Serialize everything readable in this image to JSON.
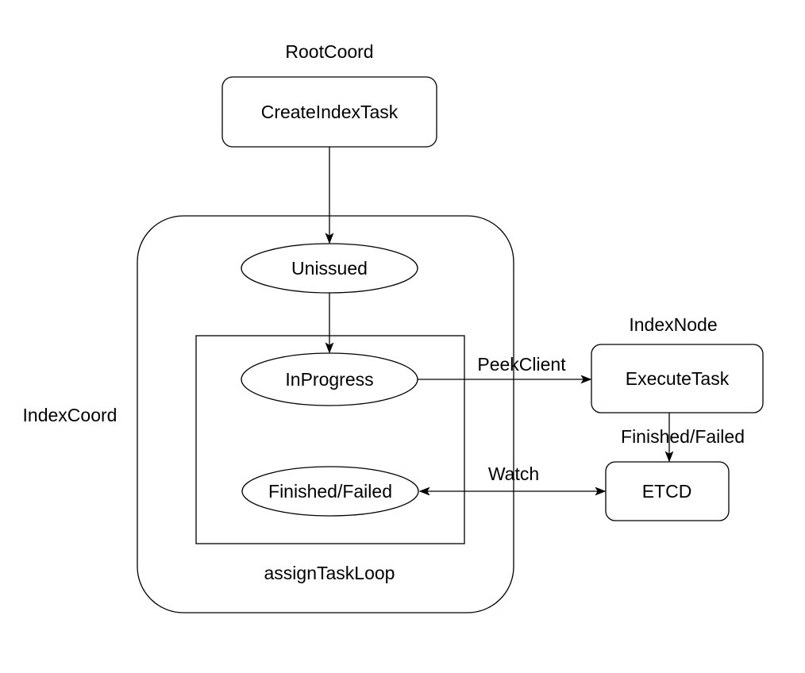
{
  "diagram": {
    "colors": {
      "stroke": "#000000",
      "text": "#000000",
      "background": "#ffffff"
    },
    "group_labels": {
      "root_coord": "RootCoord",
      "index_coord": "IndexCoord",
      "index_node": "IndexNode",
      "assign_task_loop": "assignTaskLoop"
    },
    "nodes": {
      "create_index_task": "CreateIndexTask",
      "unissued": "Unissued",
      "in_progress": "InProgress",
      "finished_failed": "Finished/Failed",
      "execute_task": "ExecuteTask",
      "etcd": "ETCD"
    },
    "edge_labels": {
      "peek_client": "PeekClient",
      "finished_failed": "Finished/Failed",
      "watch": "Watch"
    }
  }
}
